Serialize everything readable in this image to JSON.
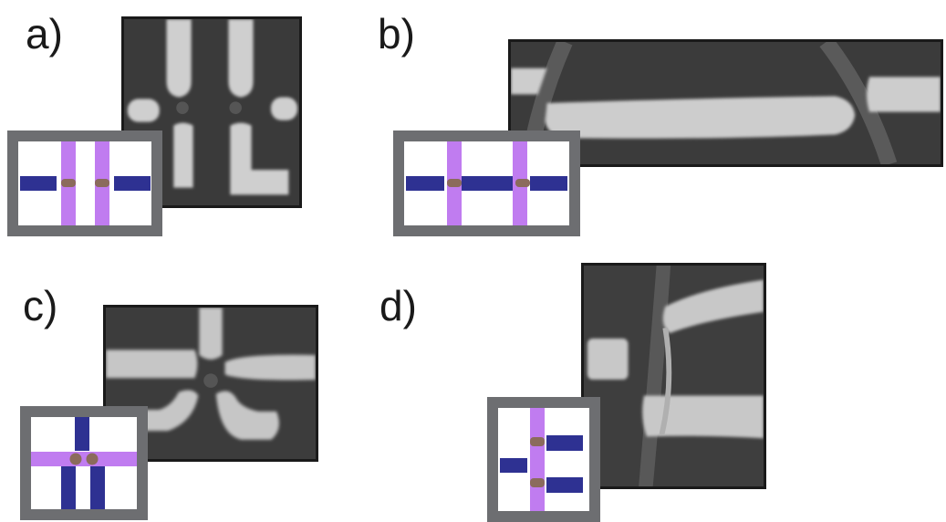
{
  "panels": [
    {
      "id": "a",
      "label": "a)"
    },
    {
      "id": "b",
      "label": "b)"
    },
    {
      "id": "c",
      "label": "c)"
    },
    {
      "id": "d",
      "label": "d)"
    }
  ],
  "colors": {
    "frame": "#6d6e71",
    "lead_blue": "#2e3192",
    "gate_purple": "#c07cf0",
    "junction_brown": "#8b6b5c",
    "sem_background": "#3d3d3d",
    "sem_metal": "#c9c9c9"
  }
}
